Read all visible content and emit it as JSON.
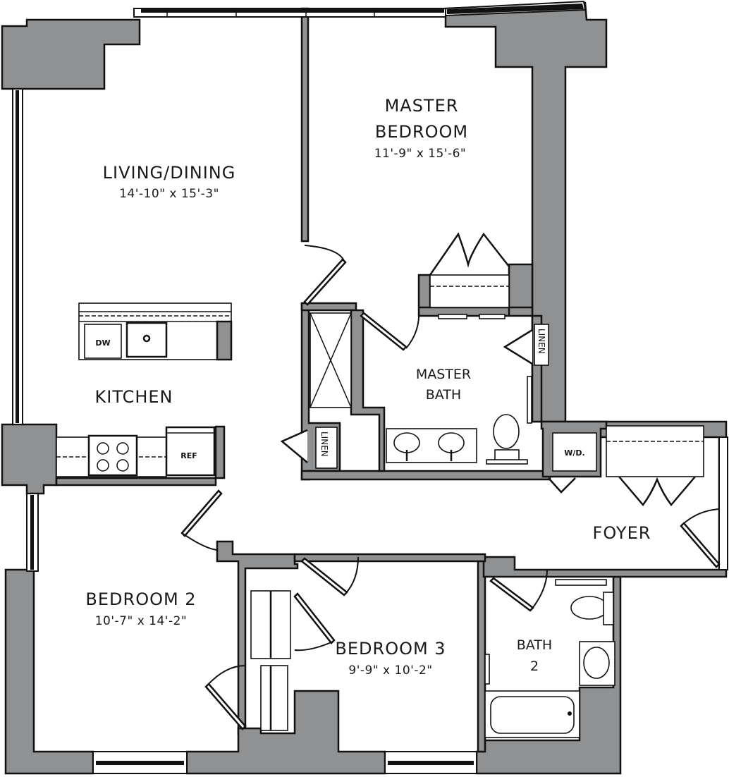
{
  "floor_plan": {
    "colors": {
      "wall_fill": "#8f9193",
      "line": "#111111",
      "background": "#ffffff"
    },
    "rooms": {
      "living_dining": {
        "name": "LIVING/DINING",
        "dimensions": "14'-10\" x 15'-3\""
      },
      "master_bedroom": {
        "name_line1": "MASTER",
        "name_line2": "BEDROOM",
        "dimensions": "11'-9\" x 15'-6\""
      },
      "kitchen": {
        "name": "KITCHEN"
      },
      "master_bath": {
        "name_line1": "MASTER",
        "name_line2": "BATH"
      },
      "foyer": {
        "name": "FOYER"
      },
      "bedroom_2": {
        "name": "BEDROOM 2",
        "dimensions": "10'-7\" x 14'-2\""
      },
      "bedroom_3": {
        "name": "BEDROOM 3",
        "dimensions": "9'-9\" x 10'-2\""
      },
      "bath_2": {
        "name_line1": "BATH",
        "name_line2": "2"
      }
    },
    "appliances": {
      "dishwasher": "DW",
      "refrigerator": "REF",
      "washer_dryer": "W/D."
    },
    "closets": {
      "linen_master_bath": "LINEN",
      "linen_hall": "LINEN"
    }
  }
}
